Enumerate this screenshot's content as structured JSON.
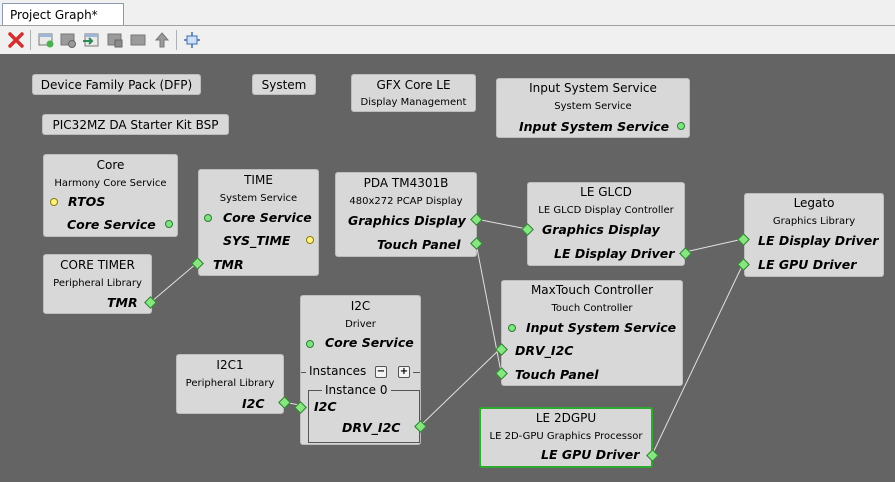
{
  "tab": {
    "title": "Project Graph*"
  },
  "toolbar": {
    "icons": [
      "close-icon",
      "add-component-icon",
      "remove-component-icon",
      "import-icon",
      "export-icon",
      "collapse-icon",
      "move-up-icon",
      "fit-view-icon"
    ],
    "accent_red": "#d32f2f"
  },
  "colors": {
    "canvas": "#646464",
    "node": "#d8d8d8",
    "selected_border": "#2eab2e",
    "port_green": "#86e67f",
    "port_yellow": "#fff47a",
    "wire": "#e0e0e0"
  },
  "nodes": {
    "dfp": {
      "title": "Device Family Pack (DFP)"
    },
    "system": {
      "title": "System"
    },
    "gfx": {
      "title": "GFX Core LE",
      "subtitle": "Display Management"
    },
    "input": {
      "title": "Input System Service",
      "subtitle": "System Service",
      "port1": "Input System Service"
    },
    "bsp": {
      "title": "PIC32MZ DA Starter Kit BSP"
    },
    "core": {
      "title": "Core",
      "subtitle": "Harmony Core Service",
      "port1": "RTOS",
      "port2": "Core Service"
    },
    "time": {
      "title": "TIME",
      "subtitle": "System Service",
      "port1": "Core Service",
      "port2": "SYS_TIME",
      "port3": "TMR"
    },
    "pda": {
      "title": "PDA TM4301B",
      "subtitle": "480x272 PCAP Display",
      "port1": "Graphics Display",
      "port2": "Touch Panel"
    },
    "glcd": {
      "title": "LE GLCD",
      "subtitle": "LE GLCD Display Controller",
      "port1": "Graphics Display",
      "port2": "LE Display Driver"
    },
    "legato": {
      "title": "Legato",
      "subtitle": "Graphics Library",
      "port1": "LE Display Driver",
      "port2": "LE GPU Driver"
    },
    "coretimer": {
      "title": "CORE TIMER",
      "subtitle": "Peripheral Library",
      "port1": "TMR"
    },
    "i2c": {
      "title": "I2C",
      "subtitle": "Driver",
      "port1": "Core Service",
      "instances_label": "Instances",
      "instance0_label": "Instance 0",
      "port2": "I2C",
      "port3": "DRV_I2C"
    },
    "maxtouch": {
      "title": "MaxTouch Controller",
      "subtitle": "Touch Controller",
      "port1": "Input System Service",
      "port2": "DRV_I2C",
      "port3": "Touch Panel"
    },
    "i2c1": {
      "title": "I2C1",
      "subtitle": "Peripheral Library",
      "port1": "I2C"
    },
    "gpu": {
      "title": "LE 2DGPU",
      "subtitle": "LE 2D-GPU Graphics Processor",
      "port1": "LE GPU Driver"
    }
  }
}
